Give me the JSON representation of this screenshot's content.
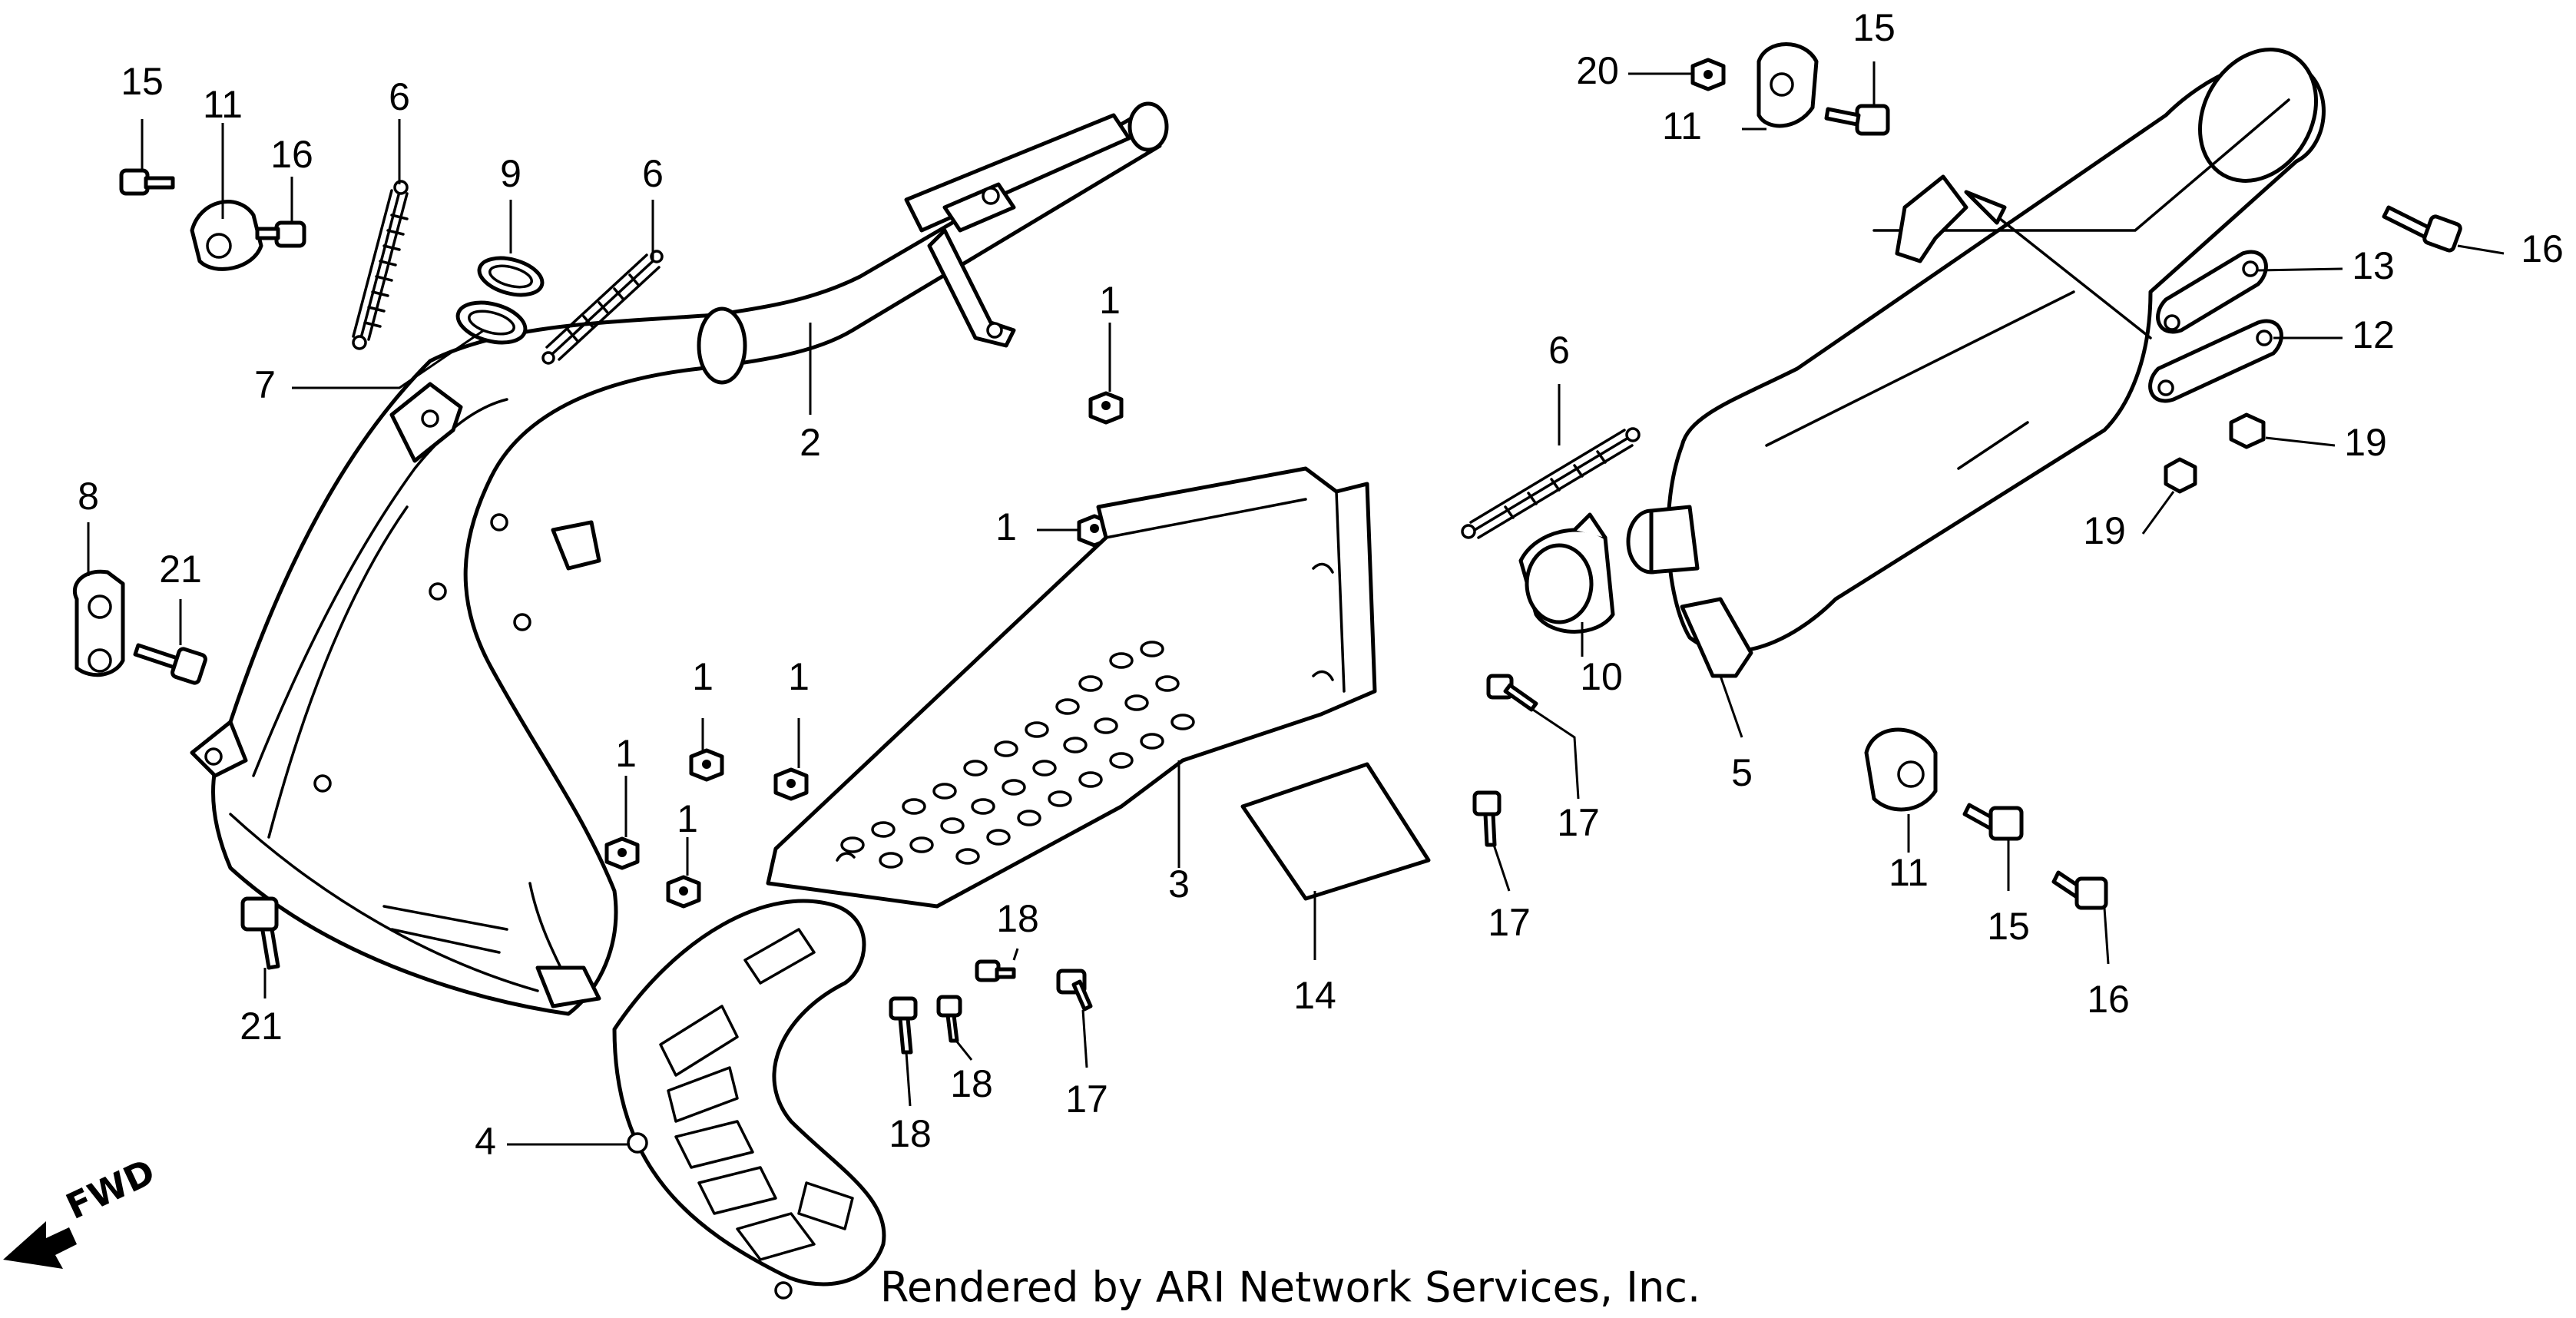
{
  "diagram": {
    "callouts": [
      "15",
      "11",
      "16",
      "6",
      "9",
      "6",
      "7",
      "2",
      "1",
      "8",
      "21",
      "1",
      "1",
      "1",
      "1",
      "1",
      "3",
      "4",
      "21",
      "18",
      "18",
      "18",
      "17",
      "14",
      "20",
      "15",
      "11",
      "16",
      "13",
      "12",
      "19",
      "19",
      "6",
      "10",
      "5",
      "17",
      "17",
      "11",
      "15",
      "16"
    ],
    "direction_label": "FWD",
    "footer": "Rendered by ARI Network Services, Inc."
  }
}
